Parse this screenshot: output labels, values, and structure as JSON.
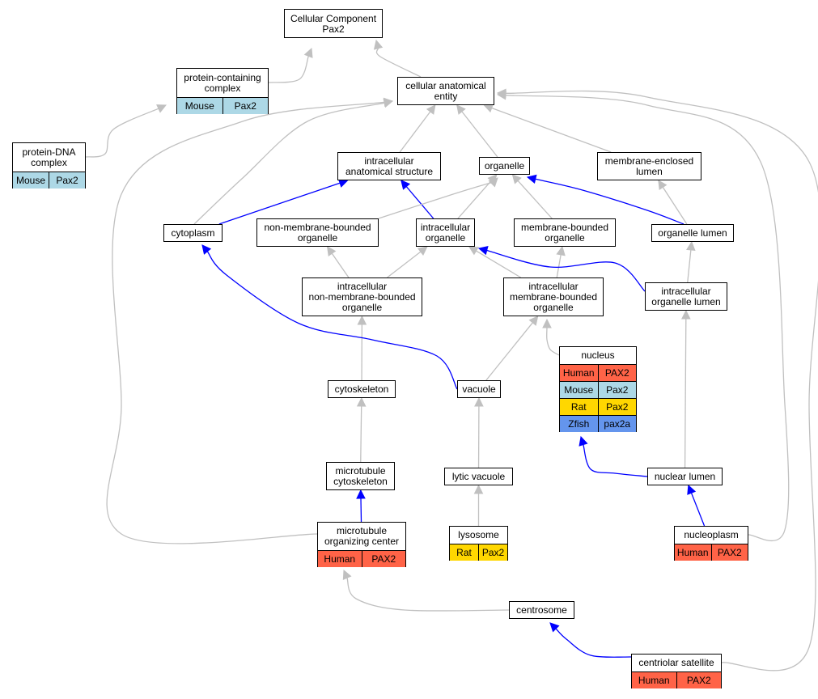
{
  "diagram": {
    "colors": {
      "is_a": "#c0c0c0",
      "part_of": "#0000ff",
      "Human": "#ff6347",
      "Mouse": "#add8e6",
      "Rat": "#ffd700",
      "Zfish": "#6495ed"
    },
    "nodes": [
      {
        "id": "cellular_component",
        "label": "Cellular Component\nPax2",
        "annotations": []
      },
      {
        "id": "protein_containing_complex",
        "label": "protein-containing\ncomplex",
        "annotations": [
          {
            "species": "Mouse",
            "gene": "Pax2"
          }
        ]
      },
      {
        "id": "protein_dna_complex",
        "label": "protein-DNA\ncomplex",
        "annotations": [
          {
            "species": "Mouse",
            "gene": "Pax2"
          }
        ]
      },
      {
        "id": "cellular_anatomical_entity",
        "label": "cellular anatomical\nentity",
        "annotations": []
      },
      {
        "id": "intracellular_anatomical_structure",
        "label": "intracellular\nanatomical structure",
        "annotations": []
      },
      {
        "id": "organelle",
        "label": "organelle",
        "annotations": []
      },
      {
        "id": "membrane_enclosed_lumen",
        "label": "membrane-enclosed\nlumen",
        "annotations": []
      },
      {
        "id": "cytoplasm",
        "label": "cytoplasm",
        "annotations": []
      },
      {
        "id": "non_membrane_bounded_organelle",
        "label": "non-membrane-bounded\norganelle",
        "annotations": []
      },
      {
        "id": "intracellular_organelle",
        "label": "intracellular\norganelle",
        "annotations": []
      },
      {
        "id": "membrane_bounded_organelle",
        "label": "membrane-bounded\norganelle",
        "annotations": []
      },
      {
        "id": "organelle_lumen",
        "label": "organelle lumen",
        "annotations": []
      },
      {
        "id": "intracellular_nmb_organelle",
        "label": "intracellular\nnon-membrane-bounded\norganelle",
        "annotations": []
      },
      {
        "id": "intracellular_mb_organelle",
        "label": "intracellular\nmembrane-bounded\norganelle",
        "annotations": []
      },
      {
        "id": "intracellular_organelle_lumen",
        "label": "intracellular\norganelle lumen",
        "annotations": []
      },
      {
        "id": "nucleus",
        "label": "nucleus",
        "annotations": [
          {
            "species": "Human",
            "gene": "PAX2"
          },
          {
            "species": "Mouse",
            "gene": "Pax2"
          },
          {
            "species": "Rat",
            "gene": "Pax2"
          },
          {
            "species": "Zfish",
            "gene": "pax2a"
          }
        ]
      },
      {
        "id": "cytoskeleton",
        "label": "cytoskeleton",
        "annotations": []
      },
      {
        "id": "vacuole",
        "label": "vacuole",
        "annotations": []
      },
      {
        "id": "microtubule_cytoskeleton",
        "label": "microtubule\ncytoskeleton",
        "annotations": []
      },
      {
        "id": "lytic_vacuole",
        "label": "lytic vacuole",
        "annotations": []
      },
      {
        "id": "nuclear_lumen",
        "label": "nuclear lumen",
        "annotations": []
      },
      {
        "id": "microtubule_organizing_center",
        "label": "microtubule\norganizing center",
        "annotations": [
          {
            "species": "Human",
            "gene": "PAX2"
          }
        ]
      },
      {
        "id": "lysosome",
        "label": "lysosome",
        "annotations": [
          {
            "species": "Rat",
            "gene": "Pax2"
          }
        ]
      },
      {
        "id": "nucleoplasm",
        "label": "nucleoplasm",
        "annotations": [
          {
            "species": "Human",
            "gene": "PAX2"
          }
        ]
      },
      {
        "id": "centrosome",
        "label": "centrosome",
        "annotations": []
      },
      {
        "id": "centriolar_satellite",
        "label": "centriolar satellite",
        "annotations": [
          {
            "species": "Human",
            "gene": "PAX2"
          }
        ]
      }
    ],
    "edges": [
      {
        "from": "protein_containing_complex",
        "to": "cellular_component",
        "type": "is_a"
      },
      {
        "from": "cellular_anatomical_entity",
        "to": "cellular_component",
        "type": "is_a"
      },
      {
        "from": "protein_dna_complex",
        "to": "protein_containing_complex",
        "type": "is_a"
      },
      {
        "from": "intracellular_anatomical_structure",
        "to": "cellular_anatomical_entity",
        "type": "is_a"
      },
      {
        "from": "organelle",
        "to": "cellular_anatomical_entity",
        "type": "is_a"
      },
      {
        "from": "membrane_enclosed_lumen",
        "to": "cellular_anatomical_entity",
        "type": "is_a"
      },
      {
        "from": "cytoplasm",
        "to": "cellular_anatomical_entity",
        "type": "is_a"
      },
      {
        "from": "microtubule_organizing_center",
        "to": "cellular_anatomical_entity",
        "type": "is_a"
      },
      {
        "from": "nucleoplasm",
        "to": "cellular_anatomical_entity",
        "type": "is_a"
      },
      {
        "from": "centriolar_satellite",
        "to": "cellular_anatomical_entity",
        "type": "is_a"
      },
      {
        "from": "cytoplasm",
        "to": "intracellular_anatomical_structure",
        "type": "part_of"
      },
      {
        "from": "intracellular_organelle",
        "to": "intracellular_anatomical_structure",
        "type": "part_of"
      },
      {
        "from": "non_membrane_bounded_organelle",
        "to": "organelle",
        "type": "is_a"
      },
      {
        "from": "intracellular_organelle",
        "to": "organelle",
        "type": "is_a"
      },
      {
        "from": "membrane_bounded_organelle",
        "to": "organelle",
        "type": "is_a"
      },
      {
        "from": "organelle_lumen",
        "to": "organelle",
        "type": "part_of"
      },
      {
        "from": "organelle_lumen",
        "to": "membrane_enclosed_lumen",
        "type": "is_a"
      },
      {
        "from": "intracellular_nmb_organelle",
        "to": "non_membrane_bounded_organelle",
        "type": "is_a"
      },
      {
        "from": "intracellular_nmb_organelle",
        "to": "intracellular_organelle",
        "type": "is_a"
      },
      {
        "from": "intracellular_mb_organelle",
        "to": "intracellular_organelle",
        "type": "is_a"
      },
      {
        "from": "intracellular_mb_organelle",
        "to": "membrane_bounded_organelle",
        "type": "is_a"
      },
      {
        "from": "intracellular_organelle_lumen",
        "to": "intracellular_organelle",
        "type": "part_of"
      },
      {
        "from": "intracellular_organelle_lumen",
        "to": "organelle_lumen",
        "type": "is_a"
      },
      {
        "from": "cytoskeleton",
        "to": "intracellular_nmb_organelle",
        "type": "is_a"
      },
      {
        "from": "vacuole",
        "to": "cytoplasm",
        "type": "part_of"
      },
      {
        "from": "vacuole",
        "to": "intracellular_mb_organelle",
        "type": "is_a"
      },
      {
        "from": "nucleus",
        "to": "intracellular_mb_organelle",
        "type": "is_a"
      },
      {
        "from": "nuclear_lumen",
        "to": "intracellular_organelle_lumen",
        "type": "is_a"
      },
      {
        "from": "microtubule_cytoskeleton",
        "to": "cytoskeleton",
        "type": "is_a"
      },
      {
        "from": "lytic_vacuole",
        "to": "vacuole",
        "type": "is_a"
      },
      {
        "from": "nuclear_lumen",
        "to": "nucleus",
        "type": "part_of"
      },
      {
        "from": "microtubule_organizing_center",
        "to": "microtubule_cytoskeleton",
        "type": "part_of"
      },
      {
        "from": "lysosome",
        "to": "lytic_vacuole",
        "type": "is_a"
      },
      {
        "from": "nucleoplasm",
        "to": "nuclear_lumen",
        "type": "part_of"
      },
      {
        "from": "centrosome",
        "to": "microtubule_organizing_center",
        "type": "is_a"
      },
      {
        "from": "centriolar_satellite",
        "to": "centrosome",
        "type": "part_of"
      }
    ]
  }
}
